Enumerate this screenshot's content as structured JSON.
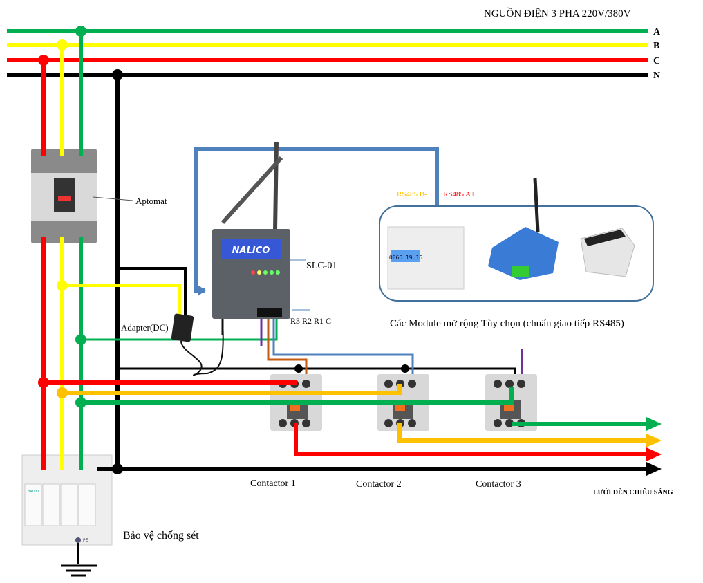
{
  "title": "NGUỒN ĐIỆN 3 PHA 220V/380V",
  "buses": [
    {
      "label": "A",
      "color": "#00b050"
    },
    {
      "label": "B",
      "color": "#ffff00"
    },
    {
      "label": "C",
      "color": "#ff0000"
    },
    {
      "label": "N",
      "color": "#000000"
    }
  ],
  "aptomat": {
    "label": "Aptomat"
  },
  "adapter": {
    "label": "Adapter(DC)"
  },
  "controller": {
    "label": "SLC-01",
    "brand": "NALICO",
    "terminals": "R3 R2 R1 C"
  },
  "rs485": {
    "b_label": "RS485 B-",
    "a_label": "RS485 A+",
    "b_color": "#ffc000",
    "a_color": "#ff0000",
    "line_color": "#4f81bd"
  },
  "modules": {
    "caption": "Các Module mở rộng Tùy chọn (chuẩn giao tiếp RS485)",
    "meter_display": "0066 19.16"
  },
  "contactors": [
    {
      "label": "Contactor 1"
    },
    {
      "label": "Contactor 2"
    },
    {
      "label": "Contactor 3"
    }
  ],
  "output": {
    "label": "LƯỚI ĐÈN CHIẾU SÁNG"
  },
  "spd": {
    "label": "Bảo vệ chống sét",
    "brand": "BRITEC",
    "pe": "PE"
  },
  "colors": {
    "orange_wire": "#ffc000",
    "purple_wire": "#7030a0",
    "brown_wire": "#c55a11"
  }
}
